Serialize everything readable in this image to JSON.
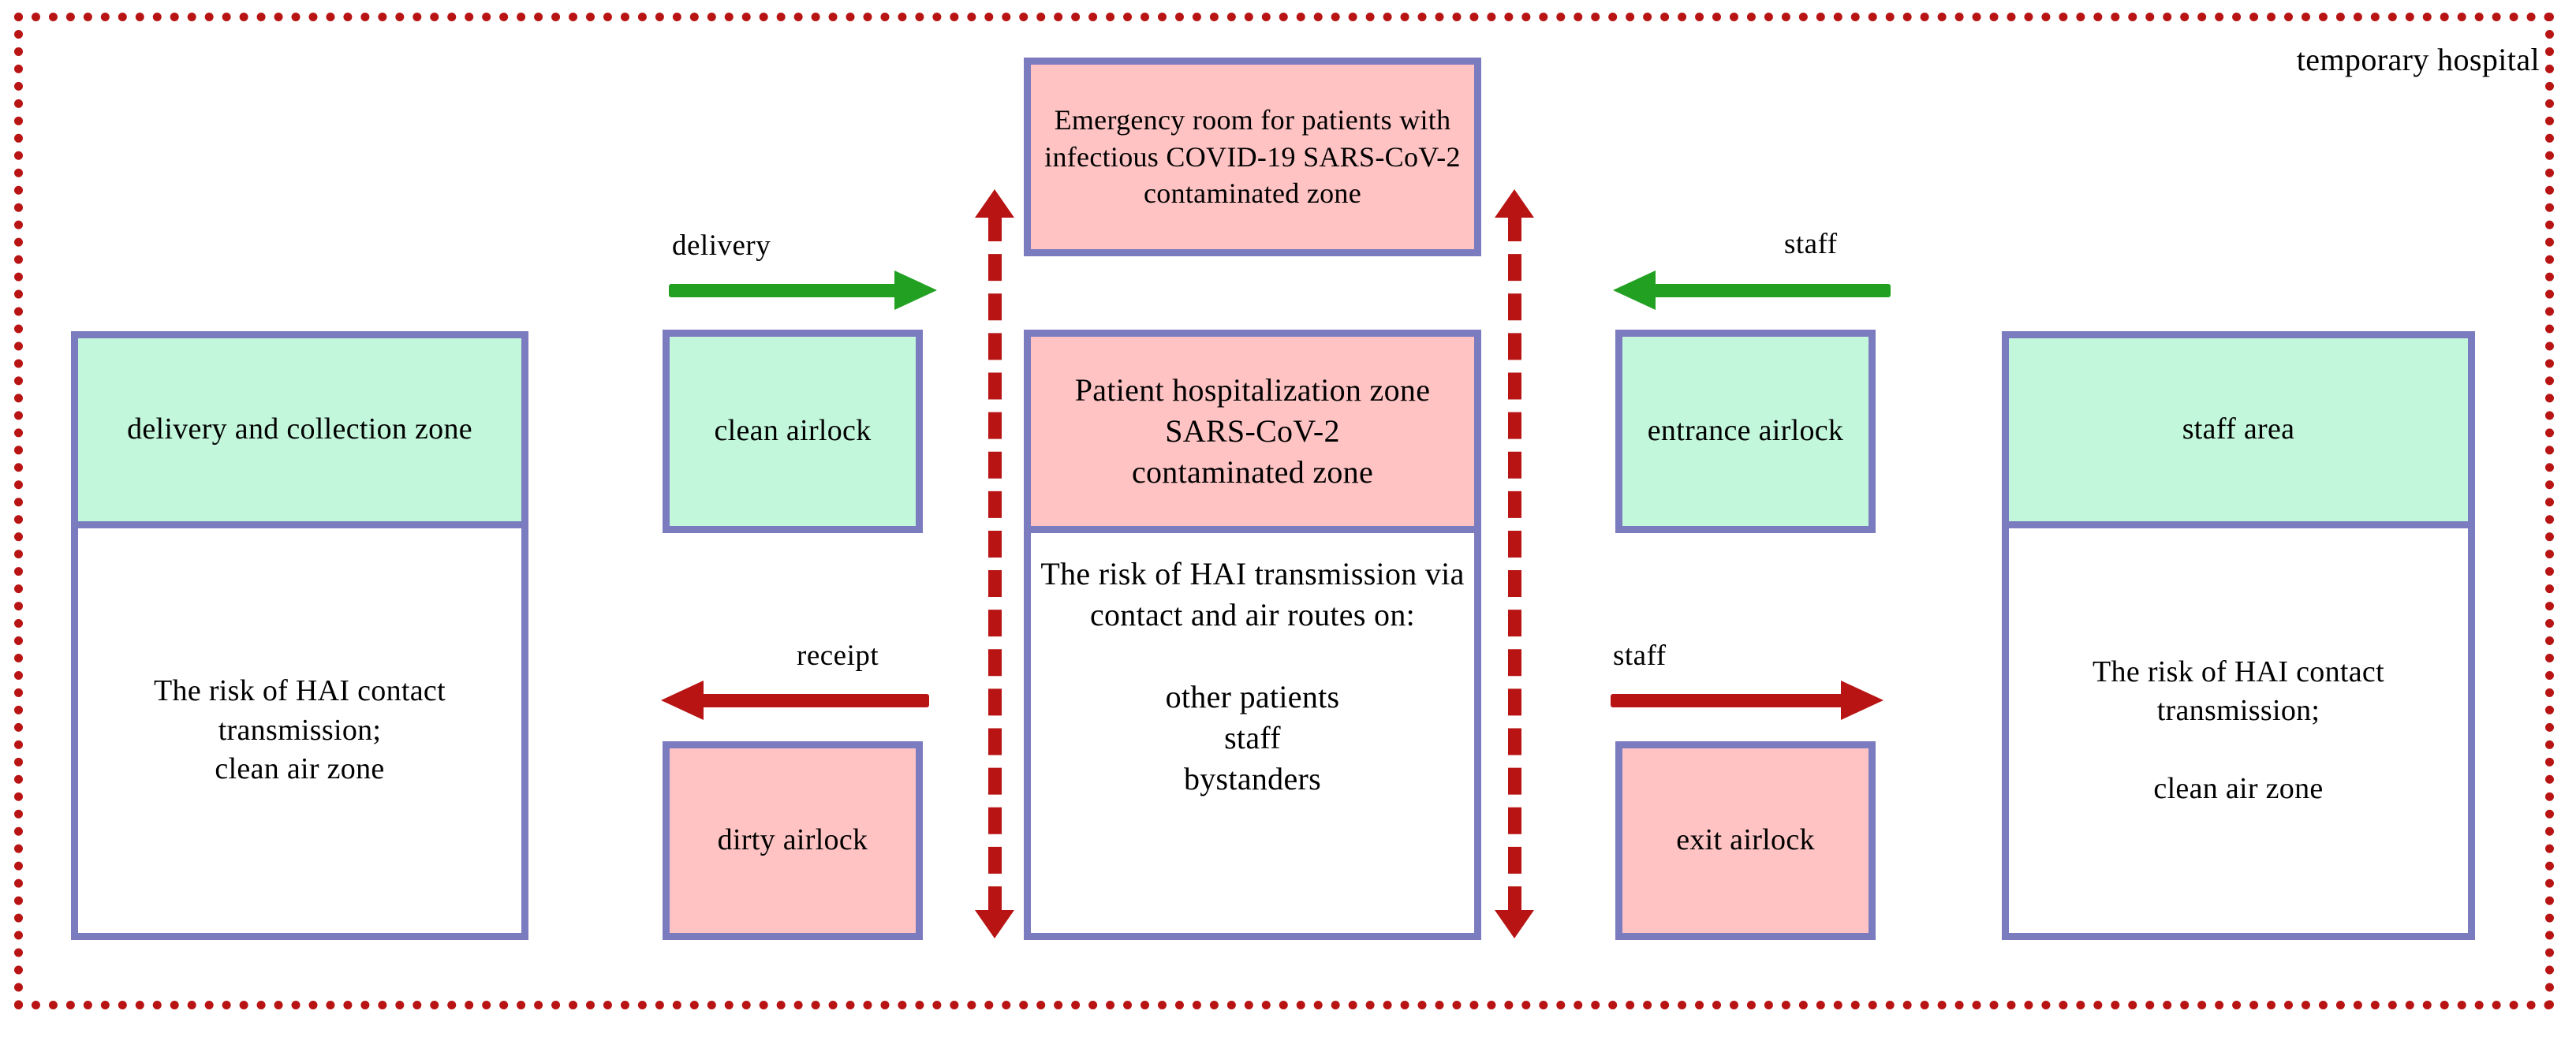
{
  "diagram": {
    "title": "temporary hospital",
    "colors": {
      "boundary": "#B81414",
      "box_border": "#7B7BC0",
      "clean_fill": "#C3F7DC",
      "contaminated_fill": "#FFC3C3",
      "neutral_fill": "#FFFFFF",
      "arrow_green": "#22A022",
      "arrow_red": "#B81414"
    },
    "zones": {
      "delivery_collection": {
        "label": "delivery and collection zone",
        "risk_text": "The risk of HAI contact transmission;\nclean air zone"
      },
      "clean_airlock": {
        "label": "clean airlock"
      },
      "dirty_airlock": {
        "label": "dirty airlock"
      },
      "emergency_room": {
        "label": "Emergency room for patients with infectious COVID-19 SARS-CoV-2 contaminated zone"
      },
      "patient_hospitalization": {
        "label": "Patient hospitalization zone\nSARS-CoV-2\ncontaminated zone",
        "risk_text": "The risk of HAI transmission via contact and air routes on:",
        "risk_list": "other patients\nstaff\nbystanders"
      },
      "entrance_airlock": {
        "label": "entrance airlock"
      },
      "exit_airlock": {
        "label": "exit airlock"
      },
      "staff_area": {
        "label": "staff area",
        "risk_text": "The risk of HAI contact transmission;\n\nclean air zone"
      }
    },
    "flows": {
      "delivery": {
        "label": "delivery",
        "direction": "right",
        "color": "#22A022"
      },
      "receipt": {
        "label": "receipt",
        "direction": "left",
        "color": "#B81414"
      },
      "staff_in": {
        "label": "staff",
        "direction": "left",
        "color": "#22A022"
      },
      "staff_out": {
        "label": "staff",
        "direction": "right",
        "color": "#B81414"
      },
      "contamination_left": {
        "label": "",
        "direction": "both",
        "color": "#B81414",
        "style": "dashed"
      },
      "contamination_right": {
        "label": "",
        "direction": "both",
        "color": "#B81414",
        "style": "dashed"
      }
    }
  }
}
